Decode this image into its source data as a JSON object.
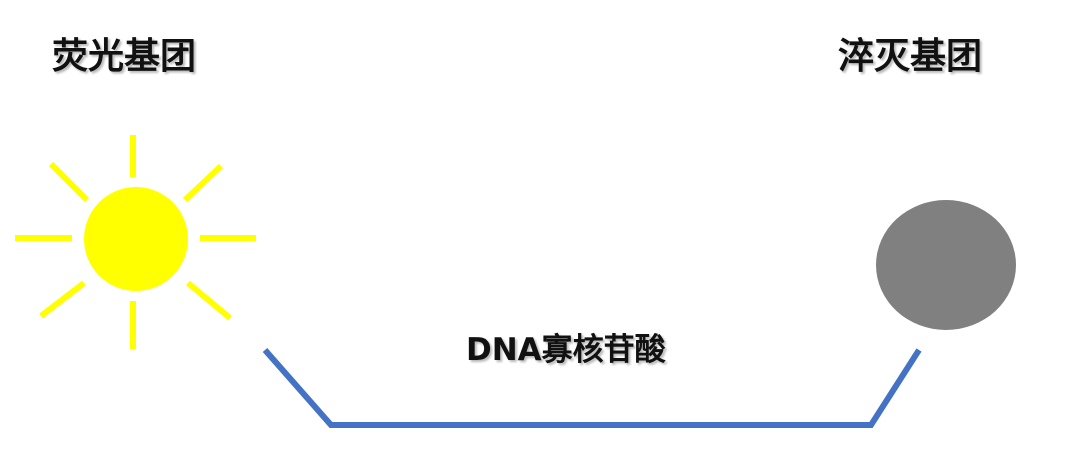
{
  "labels": {
    "fluorophore": "荧光基团",
    "quencher": "淬灭基团",
    "dna": "DNA寡核苷酸"
  },
  "colors": {
    "fluorophore": "#FFFF00",
    "quencher": "#808080",
    "oligo_strand": "#4472C4",
    "text": "#111111",
    "background": "#FFFFFF"
  },
  "icons": {
    "fluorophore": "sun-icon",
    "quencher": "sphere-icon"
  }
}
